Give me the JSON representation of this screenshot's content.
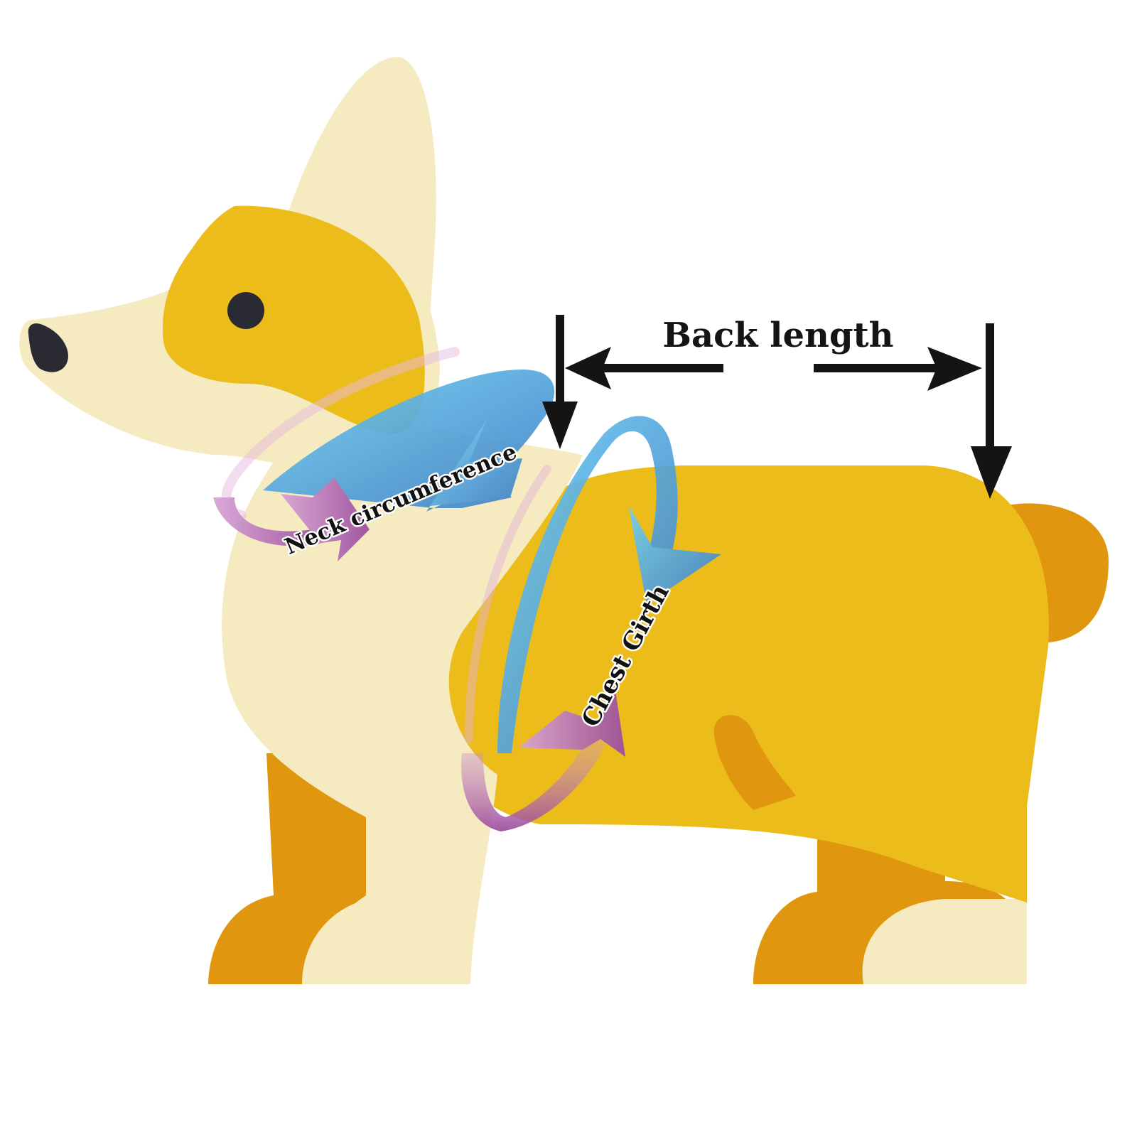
{
  "labels": {
    "back_length": "Back length",
    "neck": "Neck circumference",
    "chest": "Chest Girth"
  },
  "colors": {
    "cream": "#F6EAC0",
    "gold": "#ECBD1A",
    "orange": "#E0960F",
    "dark": "#2A2A33",
    "arrow_black": "#141414",
    "arrow_blue": "#4FA8E0",
    "arrow_purple": "#B060A8"
  },
  "icons": {
    "back_arrows": "double-arrow",
    "neck_arrow": "circular-arrow",
    "chest_arrow": "circular-arrow"
  }
}
